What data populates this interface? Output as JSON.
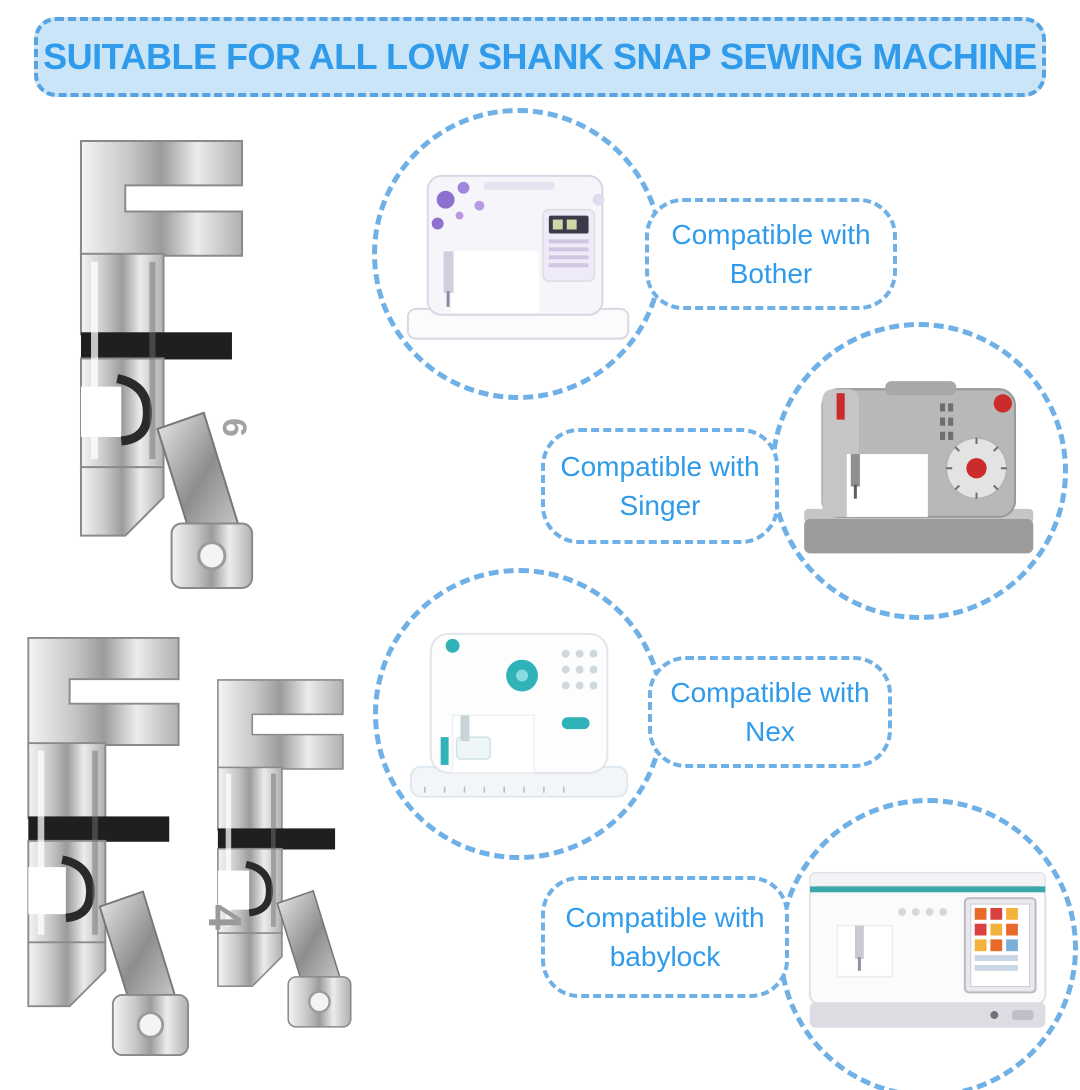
{
  "banner": {
    "title": "SUITABLE FOR ALL LOW SHANK SNAP SEWING MACHINE"
  },
  "presser_feet": {
    "top_foot_marking": "6",
    "bottom_foot_marking": "4"
  },
  "compatibility_labels": [
    {
      "line1": "Compatible with",
      "line2": "Bother"
    },
    {
      "line1": "Compatible with",
      "line2": "Singer"
    },
    {
      "line1": "Compatible with",
      "line2": "Nex"
    },
    {
      "line1": "Compatible with",
      "line2": "babylock"
    }
  ],
  "colors": {
    "accent_blue_text": "#2f9bea",
    "dashed_border_blue": "#6fb0e6",
    "banner_background": "#cbe5f8",
    "singer_red": "#cc2b2b",
    "nex_teal": "#2fb3b8",
    "brother_purple": "#8f6fd0"
  }
}
